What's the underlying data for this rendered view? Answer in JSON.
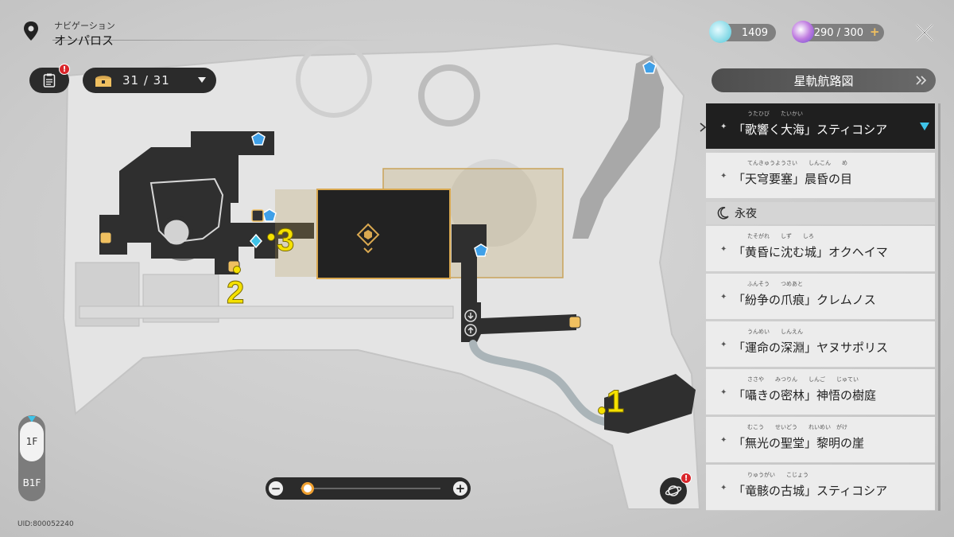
{
  "header": {
    "subtitle": "ナビゲーション",
    "title": "オンパロス"
  },
  "toolbar": {
    "chest_count": "31 / 31"
  },
  "resources": {
    "stellar_jade": "1409",
    "trailblaze_power": "290 / 300",
    "add_symbol": "+"
  },
  "panel": {
    "chart_button": "星軌航路図",
    "items": [
      {
        "ruby": "うたひび　　たいかい",
        "label": "「歌響く大海」スティコシア",
        "active": true
      },
      {
        "ruby": "てんきゅうようさい　　しんこん　　め",
        "label": "「天穹要塞」晨昏の目",
        "active": false
      }
    ],
    "section_header": "永夜",
    "section_items": [
      {
        "ruby": "たそがれ　　しず　　しろ",
        "label": "「黄昏に沈む城」オクヘイマ"
      },
      {
        "ruby": "ふんそう　　つめあと",
        "label": "「紛争の爪痕」クレムノス"
      },
      {
        "ruby": "うんめい　　しんえん",
        "label": "「運命の深淵」ヤヌサポリス"
      },
      {
        "ruby": "ささや　　みつりん　　しんご　　じゅてい",
        "label": "「囁きの密林」神悟の樹庭"
      },
      {
        "ruby": "むこう　　せいどう　　れいめい　がけ",
        "label": "「無光の聖堂」黎明の崖"
      },
      {
        "ruby": "りゅうがい　　こじょう",
        "label": "「竜骸の古城」スティコシア"
      }
    ]
  },
  "floors": {
    "upper": "1F",
    "lower": "B1F"
  },
  "uid": "UID:800052240",
  "zoom": {
    "minus": "−",
    "plus": "+",
    "level": 0.05
  },
  "map_markers": [
    "1",
    "2",
    "3"
  ],
  "colors": {
    "marker_yellow": "#f5e100",
    "active_item": "#1f1f1f",
    "accent_cyan": "#3fc3e8",
    "alert_red": "#d9262b",
    "zoom_knob": "#f0a030"
  },
  "icons": {
    "location": "location-pin-icon",
    "mission": "mission-list-icon",
    "chest": "treasure-chest-icon",
    "close": "close-icon",
    "moon": "moon-icon",
    "planet": "planet-icon"
  }
}
